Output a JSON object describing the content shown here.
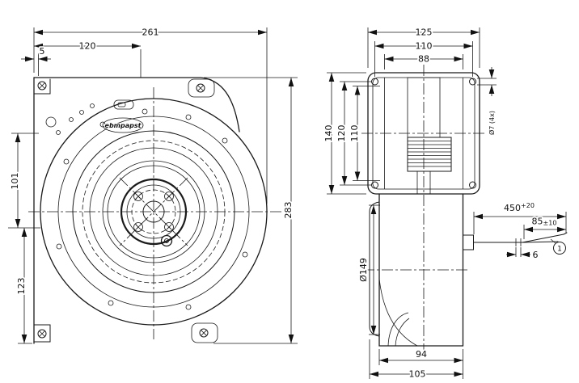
{
  "front_view": {
    "dims": {
      "overall_width": "261",
      "center_offset": "120",
      "flange_thickness": "5",
      "upper_height": "101",
      "lower_height": "123",
      "overall_height": "283"
    },
    "logo_text": "ebmpapst"
  },
  "side_view": {
    "dims": {
      "flange_width": "125",
      "hole_spacing_width": "110",
      "housing_width": "88",
      "flange_height": "140",
      "hole_spacing_height": "120",
      "inner_height": "110",
      "mounting_hole": "Ø7 (4x)",
      "inlet_diameter": "Ø149",
      "housing_depth": "94",
      "overall_depth": "105"
    },
    "cable": {
      "length": "450",
      "length_tolerance": "+20",
      "strip_length": "85",
      "strip_tolerance": "±10",
      "band_width": "6",
      "callout": "1"
    }
  }
}
